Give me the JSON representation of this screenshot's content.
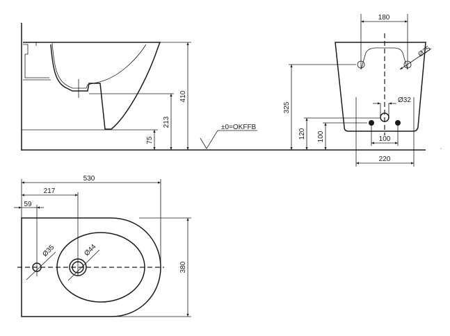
{
  "side_view": {
    "dim_total_height": "410",
    "dim_drain_height": "213",
    "dim_base_height": "75",
    "floor_reference": "±0=OKFFB"
  },
  "rear_view": {
    "dim_fixing_spacing": "180",
    "dim_fixing_hole": "Ø25",
    "dim_drain_diameter": "Ø32",
    "dim_fixing_height": "325",
    "dim_drain_height": "120",
    "dim_bolt_height": "100",
    "dim_bolt_spacing": "100",
    "dim_base_width": "220"
  },
  "top_view": {
    "dim_length": "530",
    "dim_tap_hole_offset": "217",
    "dim_overflow_offset": "59",
    "dim_overflow_hole": "Ø35",
    "dim_tap_hole": "Ø44",
    "dim_width": "380"
  }
}
